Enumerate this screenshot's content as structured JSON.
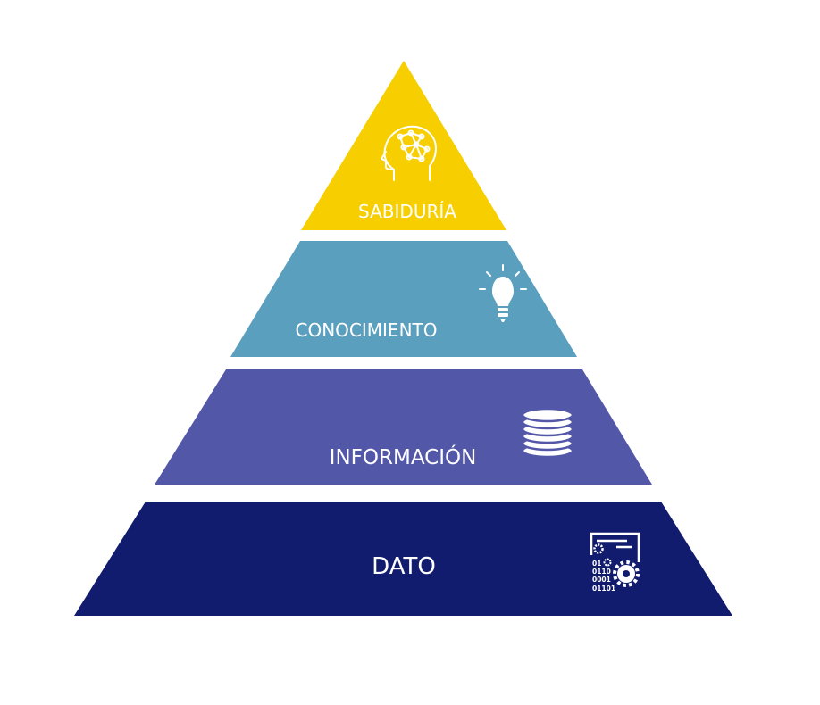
{
  "pyramid": {
    "levels": [
      {
        "id": "sabiduria",
        "label": "SABIDURÍA",
        "color": "#F7CE00",
        "icon": "brain-head-icon"
      },
      {
        "id": "conocimiento",
        "label": "CONOCIMIENTO",
        "color": "#5B9FBE",
        "icon": "lightbulb-icon"
      },
      {
        "id": "informacion",
        "label": "INFORMACIÓN",
        "color": "#5357A8",
        "icon": "database-icon"
      },
      {
        "id": "dato",
        "label": "DATO",
        "color": "#121C6E",
        "icon": "binary-gears-icon",
        "icon_text": [
          "01",
          "0110",
          "0001",
          "01101"
        ]
      }
    ]
  }
}
